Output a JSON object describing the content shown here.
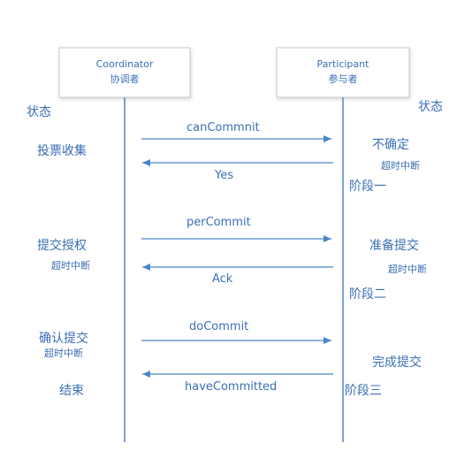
{
  "participants": {
    "coordinator": {
      "name": "Coordinator",
      "subtitle": "协调者"
    },
    "participant": {
      "name": "Participant",
      "subtitle": "参与者"
    }
  },
  "state_headers": {
    "left": "状态",
    "right": "状态"
  },
  "messages": [
    {
      "label": "canCommnit",
      "direction": "right"
    },
    {
      "label": "Yes",
      "direction": "left"
    },
    {
      "label": "perCommit",
      "direction": "right"
    },
    {
      "label": "Ack",
      "direction": "left"
    },
    {
      "label": "doCommit",
      "direction": "right"
    },
    {
      "label": "haveCommitted",
      "direction": "left"
    }
  ],
  "left_states": {
    "vote": "投票收集",
    "pre_commit": "提交授权",
    "pre_commit_timeout": "超时中断",
    "confirm": "确认提交",
    "confirm_timeout": "超时中断",
    "end": "结束"
  },
  "right_states": {
    "uncertain": "不确定",
    "uncertain_timeout": "超时中断",
    "phase1": "阶段一",
    "prepare": "准备提交",
    "prepare_timeout": "超时中断",
    "phase2": "阶段二",
    "complete": "完成提交",
    "phase3": "阶段三"
  },
  "colors": {
    "line": "#4a86c8",
    "text": "#3a6fb5",
    "box_border": "#c9c9c9"
  }
}
